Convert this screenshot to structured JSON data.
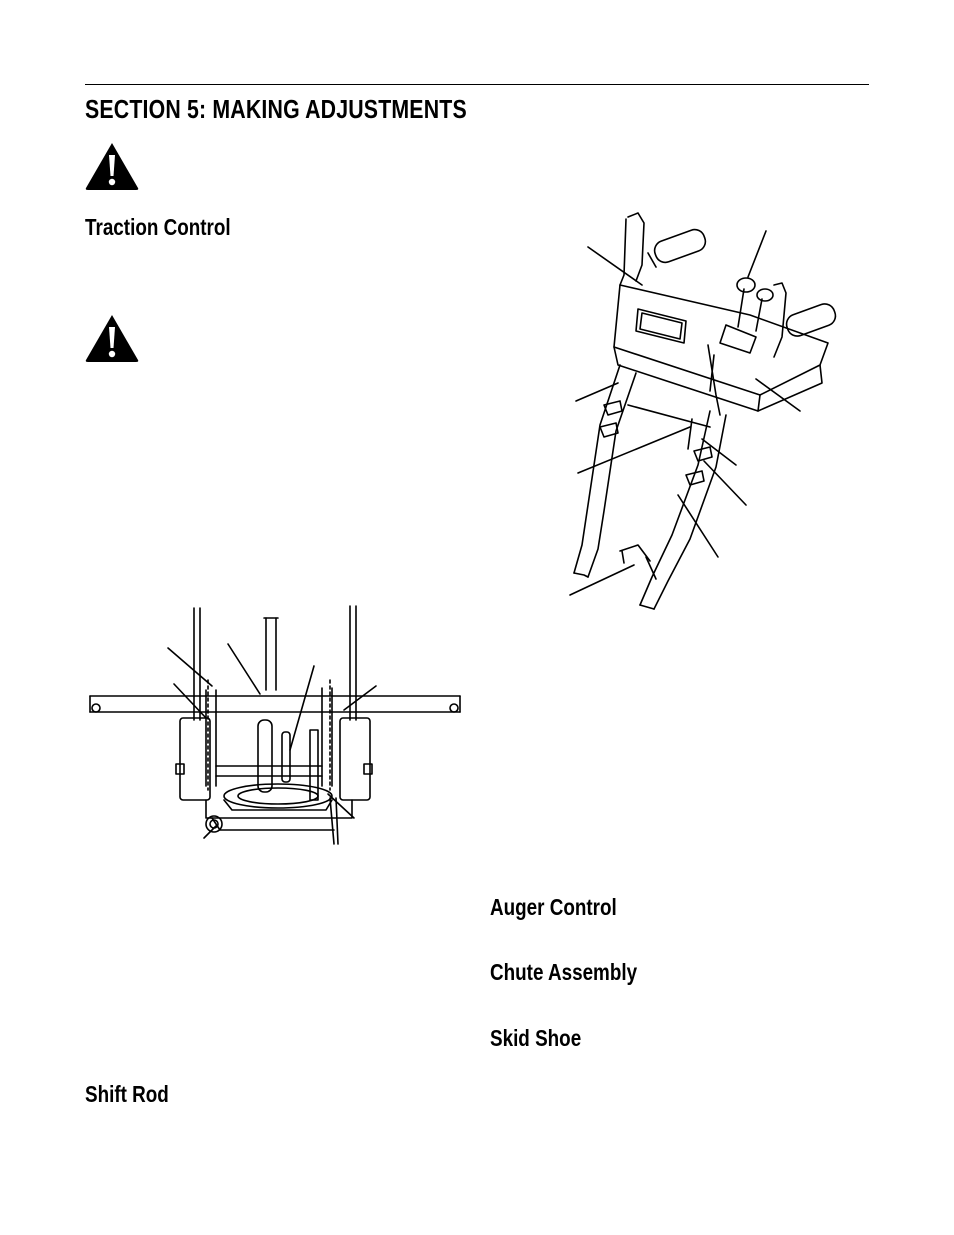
{
  "section_title": "SECTION 5:  MAKING ADJUSTMENTS",
  "headings": {
    "traction_control": "Traction Control",
    "auger_control": "Auger Control",
    "chute_assembly": "Chute Assembly",
    "skid_shoe": "Skid Shoe",
    "shift_rod": "Shift Rod"
  },
  "icons": {
    "warning_1": "warning-triangle-icon",
    "warning_2": "warning-triangle-icon"
  },
  "colors": {
    "ink": "#000000",
    "paper": "#ffffff"
  }
}
